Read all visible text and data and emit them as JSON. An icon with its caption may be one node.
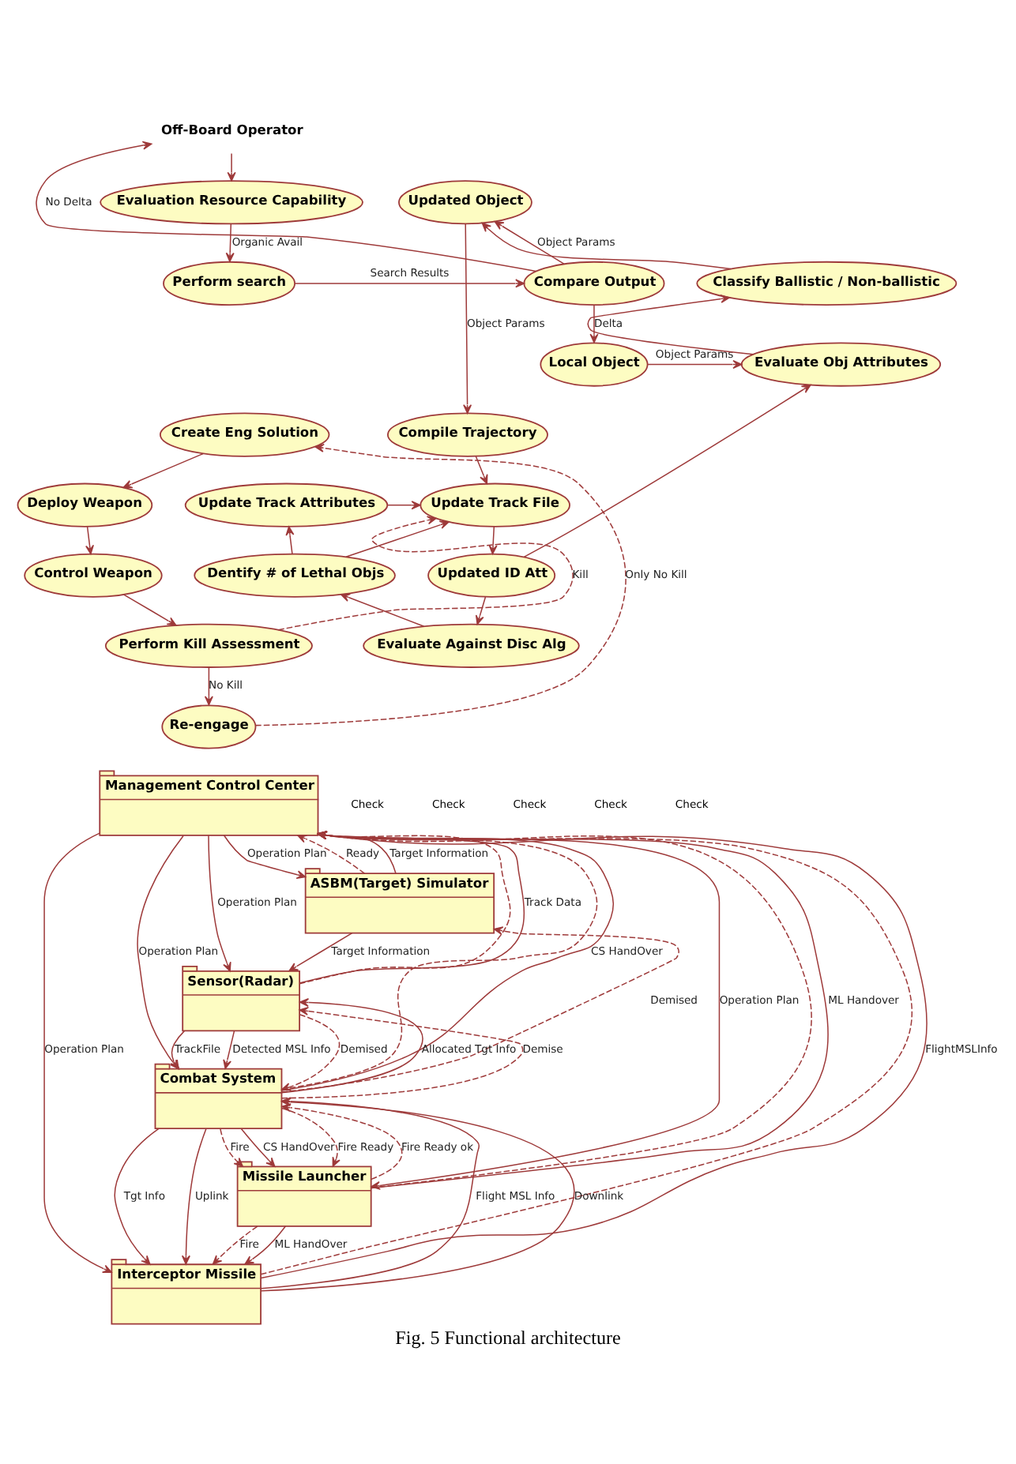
{
  "diagram": {
    "caption": "Fig. 5 Functional architecture",
    "nodes": [
      {
        "text": [
          "Off-Board Operator"
        ]
      },
      {
        "text": [
          "Evaluation Resource Capability"
        ]
      },
      {
        "text": [
          "Updated Object"
        ]
      },
      {
        "text": [
          "Perform search"
        ]
      },
      {
        "text": [
          "Compare Output"
        ]
      },
      {
        "text": [
          "Classify Ballistic / Non-ballistic"
        ]
      },
      {
        "text": [
          "Local Object"
        ]
      },
      {
        "text": [
          "Evaluate Obj Attributes"
        ]
      },
      {
        "text": [
          "Compile Trajectory"
        ]
      },
      {
        "text": [
          "Create Eng Solution"
        ]
      },
      {
        "text": [
          "Update Track Attributes"
        ]
      },
      {
        "text": [
          "Update Track File"
        ]
      },
      {
        "text": [
          "Deploy Weapon"
        ]
      },
      {
        "text": [
          "Dentify # of Lethal Objs"
        ]
      },
      {
        "text": [
          "Updated ID Att"
        ]
      },
      {
        "text": [
          "Control Weapon"
        ]
      },
      {
        "text": [
          "Perform Kill Assessment"
        ]
      },
      {
        "text": [
          "Evaluate Against Disc Alg"
        ]
      },
      {
        "text": [
          "Re-engage"
        ]
      },
      {
        "text": [
          "Management Control Center"
        ]
      },
      {
        "text": [
          "ASBM(Target) Simulator"
        ]
      },
      {
        "text": [
          "Sensor(Radar)"
        ]
      },
      {
        "text": [
          "Combat System"
        ]
      },
      {
        "text": [
          "Missile Launcher"
        ]
      },
      {
        "text": [
          "Interceptor Missile"
        ]
      }
    ],
    "edges": [
      {
        "from": 0,
        "to": 1,
        "arrow": "to"
      },
      {
        "from": 1,
        "to": 3,
        "arrow": "to",
        "label": "Organic Avail"
      },
      {
        "from": 3,
        "to": 4,
        "arrow": "to",
        "label": "Search Results"
      },
      {
        "from": 4,
        "to": 0,
        "arrow": "to",
        "label": "No Delta"
      },
      {
        "from": 4,
        "to": 6,
        "arrow": "to",
        "label": "Delta"
      },
      {
        "from": 4,
        "to": 2,
        "arrow": "to",
        "label": "Object Params"
      },
      {
        "from": 6,
        "to": 7,
        "arrow": "to",
        "label": "Object Params"
      },
      {
        "from": 7,
        "to": 5,
        "arrow": "to"
      },
      {
        "from": 5,
        "to": 2,
        "arrow": "to"
      },
      {
        "from": 2,
        "to": 8,
        "arrow": "to",
        "label": "Object Params"
      },
      {
        "from": 8,
        "to": 11,
        "arrow": "to"
      },
      {
        "from": 11,
        "to": 14,
        "arrow": "to"
      },
      {
        "from": 14,
        "to": 7,
        "arrow": "to"
      },
      {
        "from": 14,
        "to": 17,
        "arrow": "to"
      },
      {
        "from": 17,
        "to": 13,
        "arrow": "to"
      },
      {
        "from": 13,
        "to": 10,
        "arrow": "to"
      },
      {
        "from": 10,
        "to": 11,
        "arrow": "to"
      },
      {
        "from": 13,
        "to": 11,
        "arrow": "to"
      },
      {
        "from": 9,
        "to": 12,
        "arrow": "to"
      },
      {
        "from": 12,
        "to": 15,
        "arrow": "to"
      },
      {
        "from": 15,
        "to": 16,
        "arrow": "to"
      },
      {
        "from": 16,
        "to": 18,
        "arrow": "to",
        "label": "No Kill"
      },
      {
        "from": 18,
        "to": 9,
        "arrow": "to",
        "label": "Only No Kill",
        "style": "dashed"
      },
      {
        "from": 16,
        "to": 11,
        "arrow": "to",
        "label": "Kill",
        "style": "dashed"
      },
      {
        "from": 19,
        "to": 20,
        "arrow": "to",
        "label": "Operation Plan"
      },
      {
        "from": 19,
        "to": 21,
        "arrow": "to",
        "label": "Operation Plan"
      },
      {
        "from": 19,
        "to": 22,
        "arrow": "to",
        "label": "Operation Plan"
      },
      {
        "from": 19,
        "to": 23,
        "arrow": "to",
        "label": "Operation Plan"
      },
      {
        "from": 19,
        "to": 24,
        "arrow": "to",
        "label": "Operation Plan"
      },
      {
        "from": 20,
        "to": 19,
        "arrow": "to",
        "label": "Ready",
        "style": "dashed"
      },
      {
        "from": 21,
        "to": 19,
        "arrow": "to",
        "style": "dashed"
      },
      {
        "from": 22,
        "to": 19,
        "arrow": "to",
        "style": "dashed"
      },
      {
        "from": 23,
        "to": 19,
        "arrow": "to",
        "style": "dashed"
      },
      {
        "from": 24,
        "to": 19,
        "arrow": "to",
        "style": "dashed"
      },
      {
        "from": 20,
        "to": 19,
        "arrow": "to",
        "label": "Target Information"
      },
      {
        "from": 20,
        "to": 21,
        "arrow": "to",
        "label": "Target Information"
      },
      {
        "from": 21,
        "to": 22,
        "arrow": "to",
        "label": "TrackFile"
      },
      {
        "from": 22,
        "to": 23,
        "arrow": "to",
        "label": "CS HandOver"
      },
      {
        "from": 23,
        "to": 24,
        "arrow": "to",
        "label": "ML HandOver"
      },
      {
        "from": 22,
        "to": 24,
        "arrow": "to",
        "label": "Tgt Info"
      },
      {
        "from": 24,
        "to": 22,
        "arrow": "to",
        "label": "Flight MSL Info"
      },
      {
        "from": 24,
        "to": 22,
        "arrow": "to",
        "label": "Downlink"
      },
      {
        "from": 22,
        "to": 24,
        "arrow": "to",
        "label": "Uplink"
      },
      {
        "from": 22,
        "to": 21,
        "arrow": "to",
        "label": "Allocated Tgt Info"
      },
      {
        "from": 21,
        "to": 22,
        "arrow": "to",
        "label": "Detected MSL Info"
      },
      {
        "from": 22,
        "to": 23,
        "arrow": "to",
        "label": "Fire Ready",
        "style": "dashed"
      },
      {
        "from": 22,
        "to": 23,
        "arrow": "to",
        "label": "Fire",
        "style": "dashed"
      },
      {
        "from": 23,
        "to": 22,
        "arrow": "to",
        "label": "Fire Ready ok",
        "style": "dashed"
      },
      {
        "from": 23,
        "to": 24,
        "arrow": "to",
        "label": "Fire",
        "style": "dashed"
      },
      {
        "from": 22,
        "to": 21,
        "arrow": "to",
        "label": "Demise",
        "style": "dashed"
      },
      {
        "from": 21,
        "to": 22,
        "arrow": "to",
        "label": "Demised",
        "style": "dashed"
      },
      {
        "from": 22,
        "to": 20,
        "arrow": "to",
        "label": "Demised",
        "style": "dashed"
      },
      {
        "from": 21,
        "to": 19,
        "arrow": "to",
        "label": "Track Data"
      },
      {
        "from": 22,
        "to": 19,
        "arrow": "to",
        "label": "CS HandOver"
      },
      {
        "from": 23,
        "to": 19,
        "arrow": "to",
        "label": "ML Handover"
      },
      {
        "from": 24,
        "to": 19,
        "arrow": "to",
        "label": "FlightMSLInfo"
      }
    ],
    "labels": [
      "Check",
      "Check",
      "Check",
      "Check",
      "Check"
    ]
  }
}
